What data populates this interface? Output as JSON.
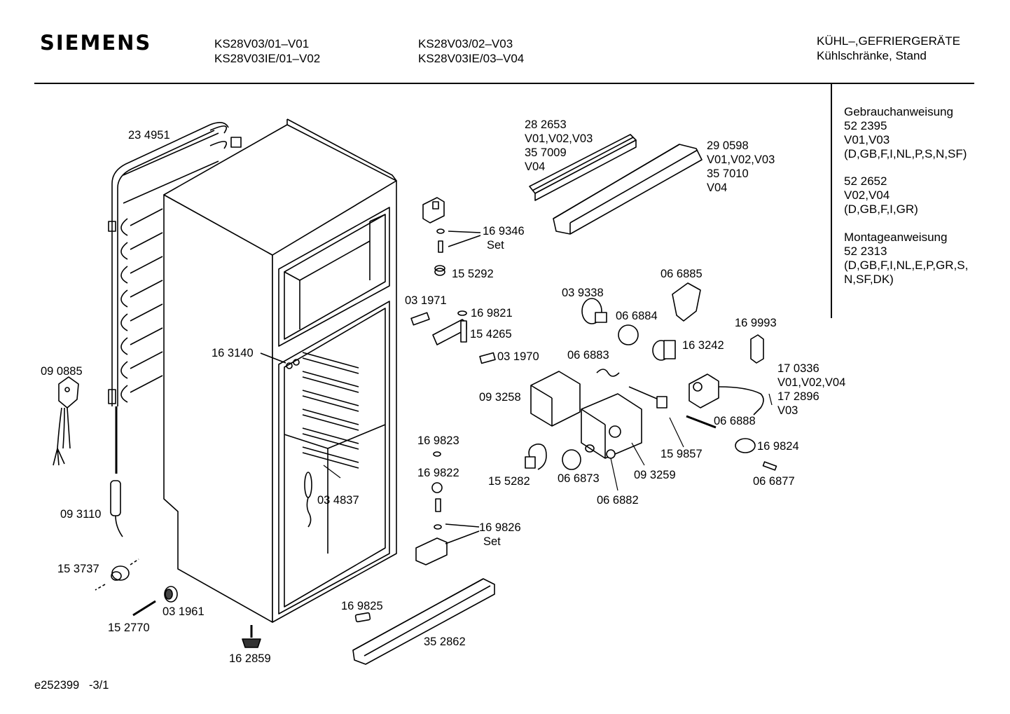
{
  "header": {
    "brand": "SIEMENS",
    "models_col1": [
      "KS28V03/01–V01",
      "KS28V03IE/01–V02"
    ],
    "models_col2": [
      "KS28V03/02–V03",
      "KS28V03IE/03–V04"
    ],
    "category": "KÜHL–,GEFRIERGERÄTE",
    "subcategory": "Kühlschränke, Stand"
  },
  "documents": [
    [
      "Gebrauchanweisung",
      "52 2395",
      "V01,V03",
      "(D,GB,F,I,NL,P,S,N,SF)"
    ],
    [
      "52 2652",
      "V02,V04",
      "(D,GB,F,I,GR)"
    ],
    [
      "Montageanweisung",
      "52 2313",
      "(D,GB,F,I,NL,E,P,GR,S,",
      "N,SF,DK)"
    ]
  ],
  "parts": {
    "p234951": "23 4951",
    "p090885": "09 0885",
    "p093110": "09 3110",
    "p153737": "15 3737",
    "p152770": "15 2770",
    "p031961": "03 1961",
    "p162859": "16 2859",
    "p163140": "16 3140",
    "p034837": "03 4837",
    "p282653": [
      "28 2653",
      "V01,V02,V03",
      "35 7009",
      "V04"
    ],
    "p290598": [
      "29 0598",
      "V01,V02,V03",
      "35 7010",
      "V04"
    ],
    "p169346": [
      "16 9346",
      "Set"
    ],
    "p155292": "15 5292",
    "p031971": "03 1971",
    "p169821": "16 9821",
    "p154265": "15 4265",
    "p031970": "03 1970",
    "p169823": "16 9823",
    "p169822": "16 9822",
    "p169826": [
      "16 9826",
      "Set"
    ],
    "p169825": "16 9825",
    "p352862": "35 2862",
    "p039338": "03 9338",
    "p066885": "06 6885",
    "p066884": "06 6884",
    "p066883": "06 6883",
    "p163242": "16 3242",
    "p169993": "16 9993",
    "p093258": "09 3258",
    "p170336": [
      "17 0336",
      "V01,V02,V04",
      "17 2896",
      "V03"
    ],
    "p066888": "06 6888",
    "p159857": "15 9857",
    "p155282": "15 5282",
    "p066873": "06 6873",
    "p093259": "09 3259",
    "p066882": "06 6882",
    "p169824": "16 9824",
    "p066877": "06 6877"
  },
  "footer": {
    "code": "e252399",
    "page": "-3/1"
  }
}
